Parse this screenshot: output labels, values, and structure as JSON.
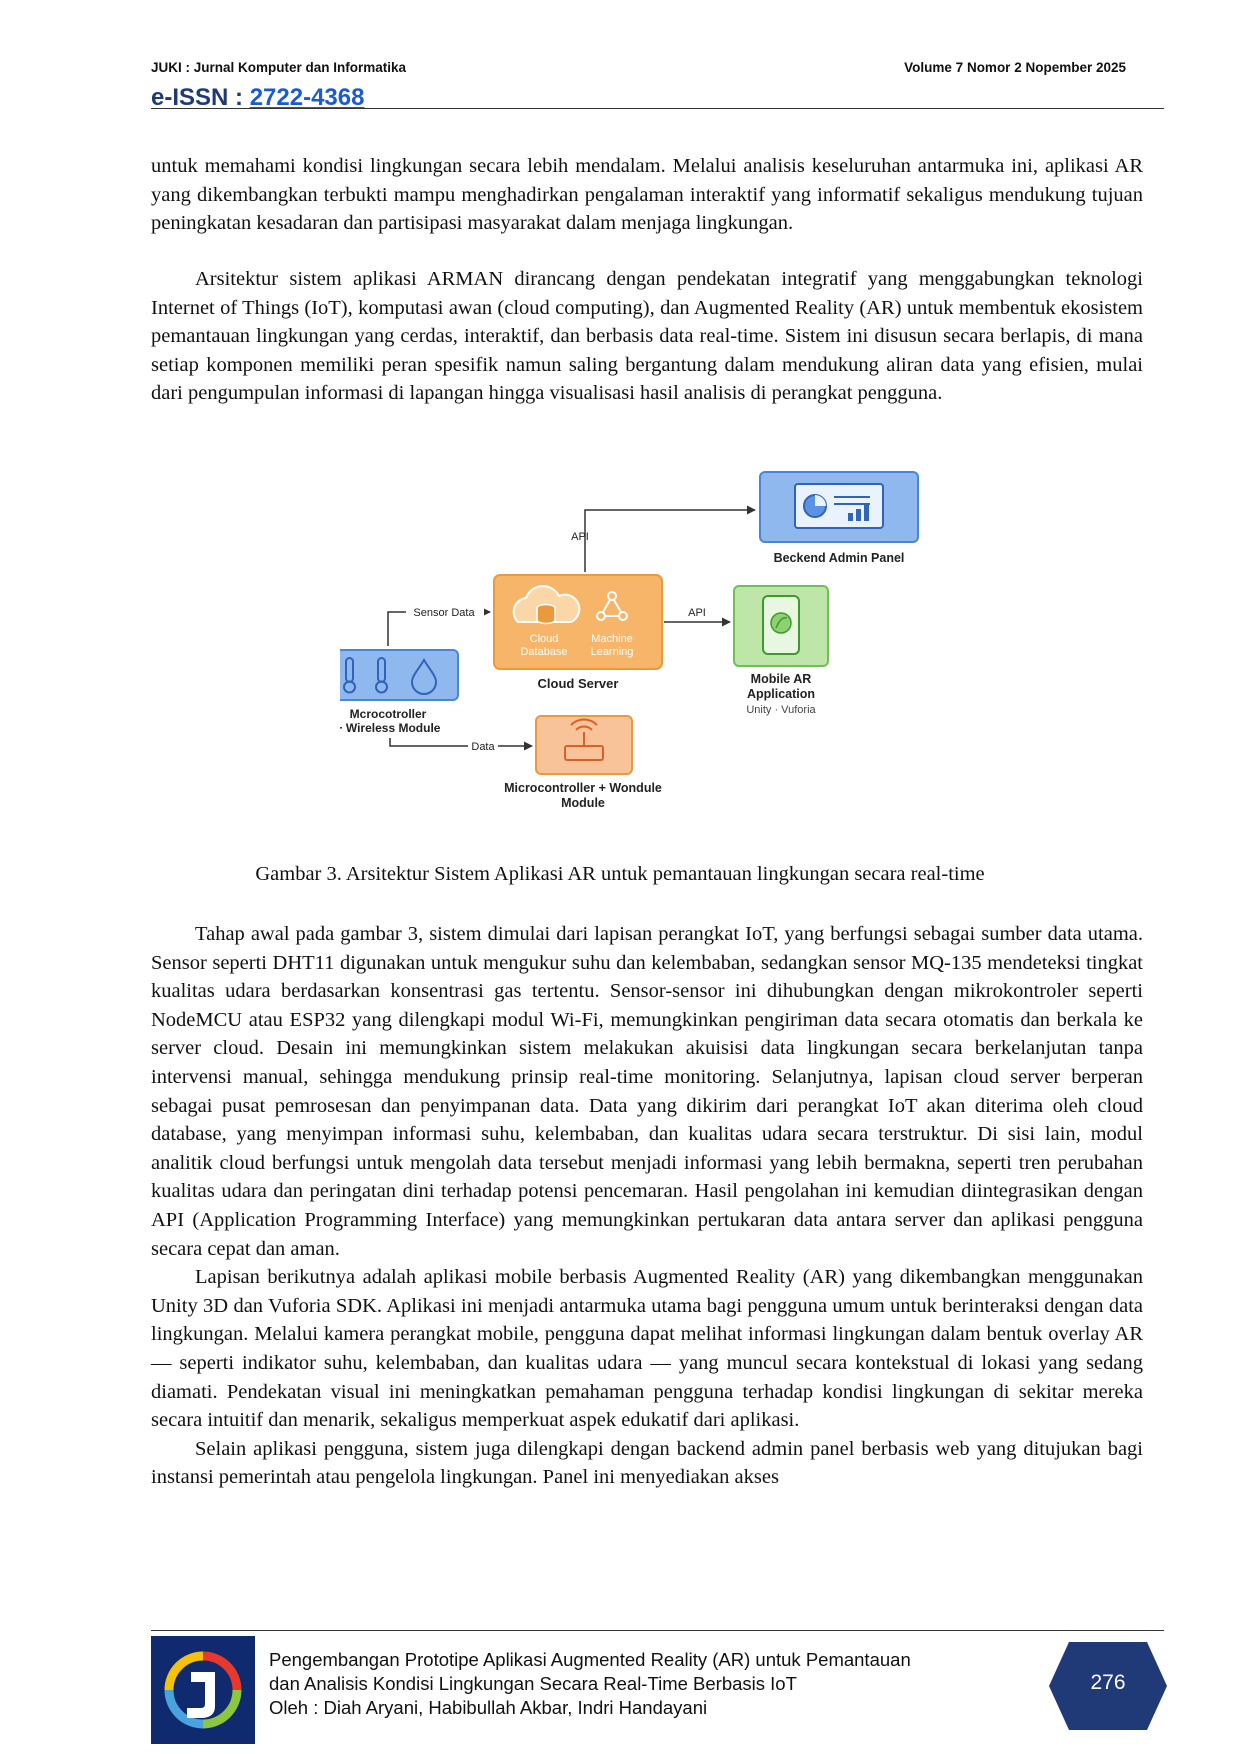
{
  "header": {
    "journal": "JUKI : Jurnal Komputer dan Informatika",
    "volume": "Volume 7  Nomor 2  Nopember  2025",
    "issn_label": "e-ISSN : ",
    "issn_number": "2722-4368"
  },
  "paragraphs": {
    "p1": "untuk memahami kondisi lingkungan secara lebih mendalam. Melalui analisis keseluruhan antarmuka ini, aplikasi AR yang dikembangkan terbukti mampu menghadirkan pengalaman interaktif yang informatif sekaligus mendukung tujuan peningkatan kesadaran dan partisipasi masyarakat dalam menjaga lingkungan.",
    "p2": "Arsitektur sistem aplikasi ARMAN dirancang dengan pendekatan integratif yang menggabungkan teknologi Internet of Things (IoT), komputasi awan (cloud computing), dan Augmented Reality (AR) untuk membentuk ekosistem pemantauan lingkungan yang cerdas, interaktif, dan berbasis data real-time. Sistem ini disusun secara berlapis, di mana setiap komponen memiliki peran spesifik namun saling bergantung dalam mendukung aliran data yang efisien, mulai dari pengumpulan informasi di lapangan hingga visualisasi hasil analisis di perangkat pengguna.",
    "p3": "Tahap awal pada gambar 3,  sistem dimulai dari lapisan perangkat IoT, yang berfungsi sebagai sumber data utama. Sensor seperti DHT11 digunakan untuk mengukur suhu dan kelembaban, sedangkan sensor MQ-135 mendeteksi tingkat kualitas udara berdasarkan konsentrasi gas tertentu. Sensor-sensor ini dihubungkan dengan mikrokontroler seperti NodeMCU atau ESP32 yang dilengkapi modul Wi-Fi, memungkinkan pengiriman data secara otomatis dan berkala ke server cloud. Desain ini memungkinkan sistem melakukan akuisisi data lingkungan secara berkelanjutan tanpa intervensi manual, sehingga mendukung prinsip real-time monitoring. Selanjutnya, lapisan cloud server berperan sebagai pusat pemrosesan dan penyimpanan data. Data yang dikirim dari perangkat IoT akan diterima oleh cloud database, yang menyimpan informasi suhu, kelembaban, dan kualitas udara secara terstruktur. Di sisi lain, modul analitik cloud berfungsi untuk mengolah data tersebut menjadi informasi yang lebih bermakna, seperti tren perubahan kualitas udara dan peringatan dini terhadap potensi pencemaran. Hasil pengolahan ini kemudian diintegrasikan dengan API (Application Programming Interface) yang memungkinkan pertukaran data antara server dan aplikasi pengguna secara cepat dan aman.",
    "p4": "Lapisan berikutnya adalah aplikasi mobile berbasis Augmented Reality (AR) yang dikembangkan menggunakan Unity 3D dan Vuforia SDK. Aplikasi ini menjadi antarmuka utama bagi pengguna umum untuk berinteraksi dengan data lingkungan. Melalui kamera perangkat mobile, pengguna dapat melihat informasi lingkungan dalam bentuk overlay AR — seperti indikator suhu, kelembaban, dan kualitas udara — yang muncul secara kontekstual di lokasi yang sedang diamati. Pendekatan visual ini meningkatkan pemahaman pengguna terhadap kondisi lingkungan di sekitar mereka secara intuitif dan menarik, sekaligus memperkuat aspek edukatif dari aplikasi.",
    "p5": "Selain aplikasi pengguna, sistem juga dilengkapi dengan backend admin panel berbasis web yang ditujukan bagi instansi pemerintah atau pengelola lingkungan. Panel ini menyediakan akses"
  },
  "figure": {
    "caption": "Gambar 3. Arsitektur Sistem Aplikasi AR untuk pemantauan lingkungan secara real-time",
    "labels": {
      "api_top": "API",
      "admin_panel": "Beckend Admin Panel",
      "sensor_data": "Sensor Data",
      "api_right": "API",
      "cloud_db_1": "Cloud",
      "cloud_db_2": "Database",
      "ml_1": "Machine",
      "ml_2": "Learning",
      "cloud_server": "Cloud Server",
      "mobile_1": "Mobile AR",
      "mobile_2": "Application",
      "mobile_sub": "Unity · Vuforia",
      "mcu_left_1": "Mcrocotroller",
      "mcu_left_2": "+ Wireless Module",
      "data": "Data",
      "mcu_bottom_1": "Microcontroller + Wondule",
      "mcu_bottom_2": "Module"
    },
    "colors": {
      "blue_fill": "#8fb8ee",
      "blue_stroke": "#4a86d8",
      "orange_fill": "#f7b56a",
      "orange_stroke": "#e99a3c",
      "green_fill": "#bde6a8",
      "green_stroke": "#6fbf57",
      "peach_fill": "#f9c39a"
    }
  },
  "footer": {
    "line1": "Pengembangan Prototipe Aplikasi Augmented Reality (AR) untuk Pemantauan",
    "line2": "dan Analisis Kondisi Lingkungan Secara Real-Time Berbasis IoT",
    "line3": "Oleh : Diah Aryani, Habibullah Akbar, Indri Handayani",
    "page_number": "276"
  }
}
